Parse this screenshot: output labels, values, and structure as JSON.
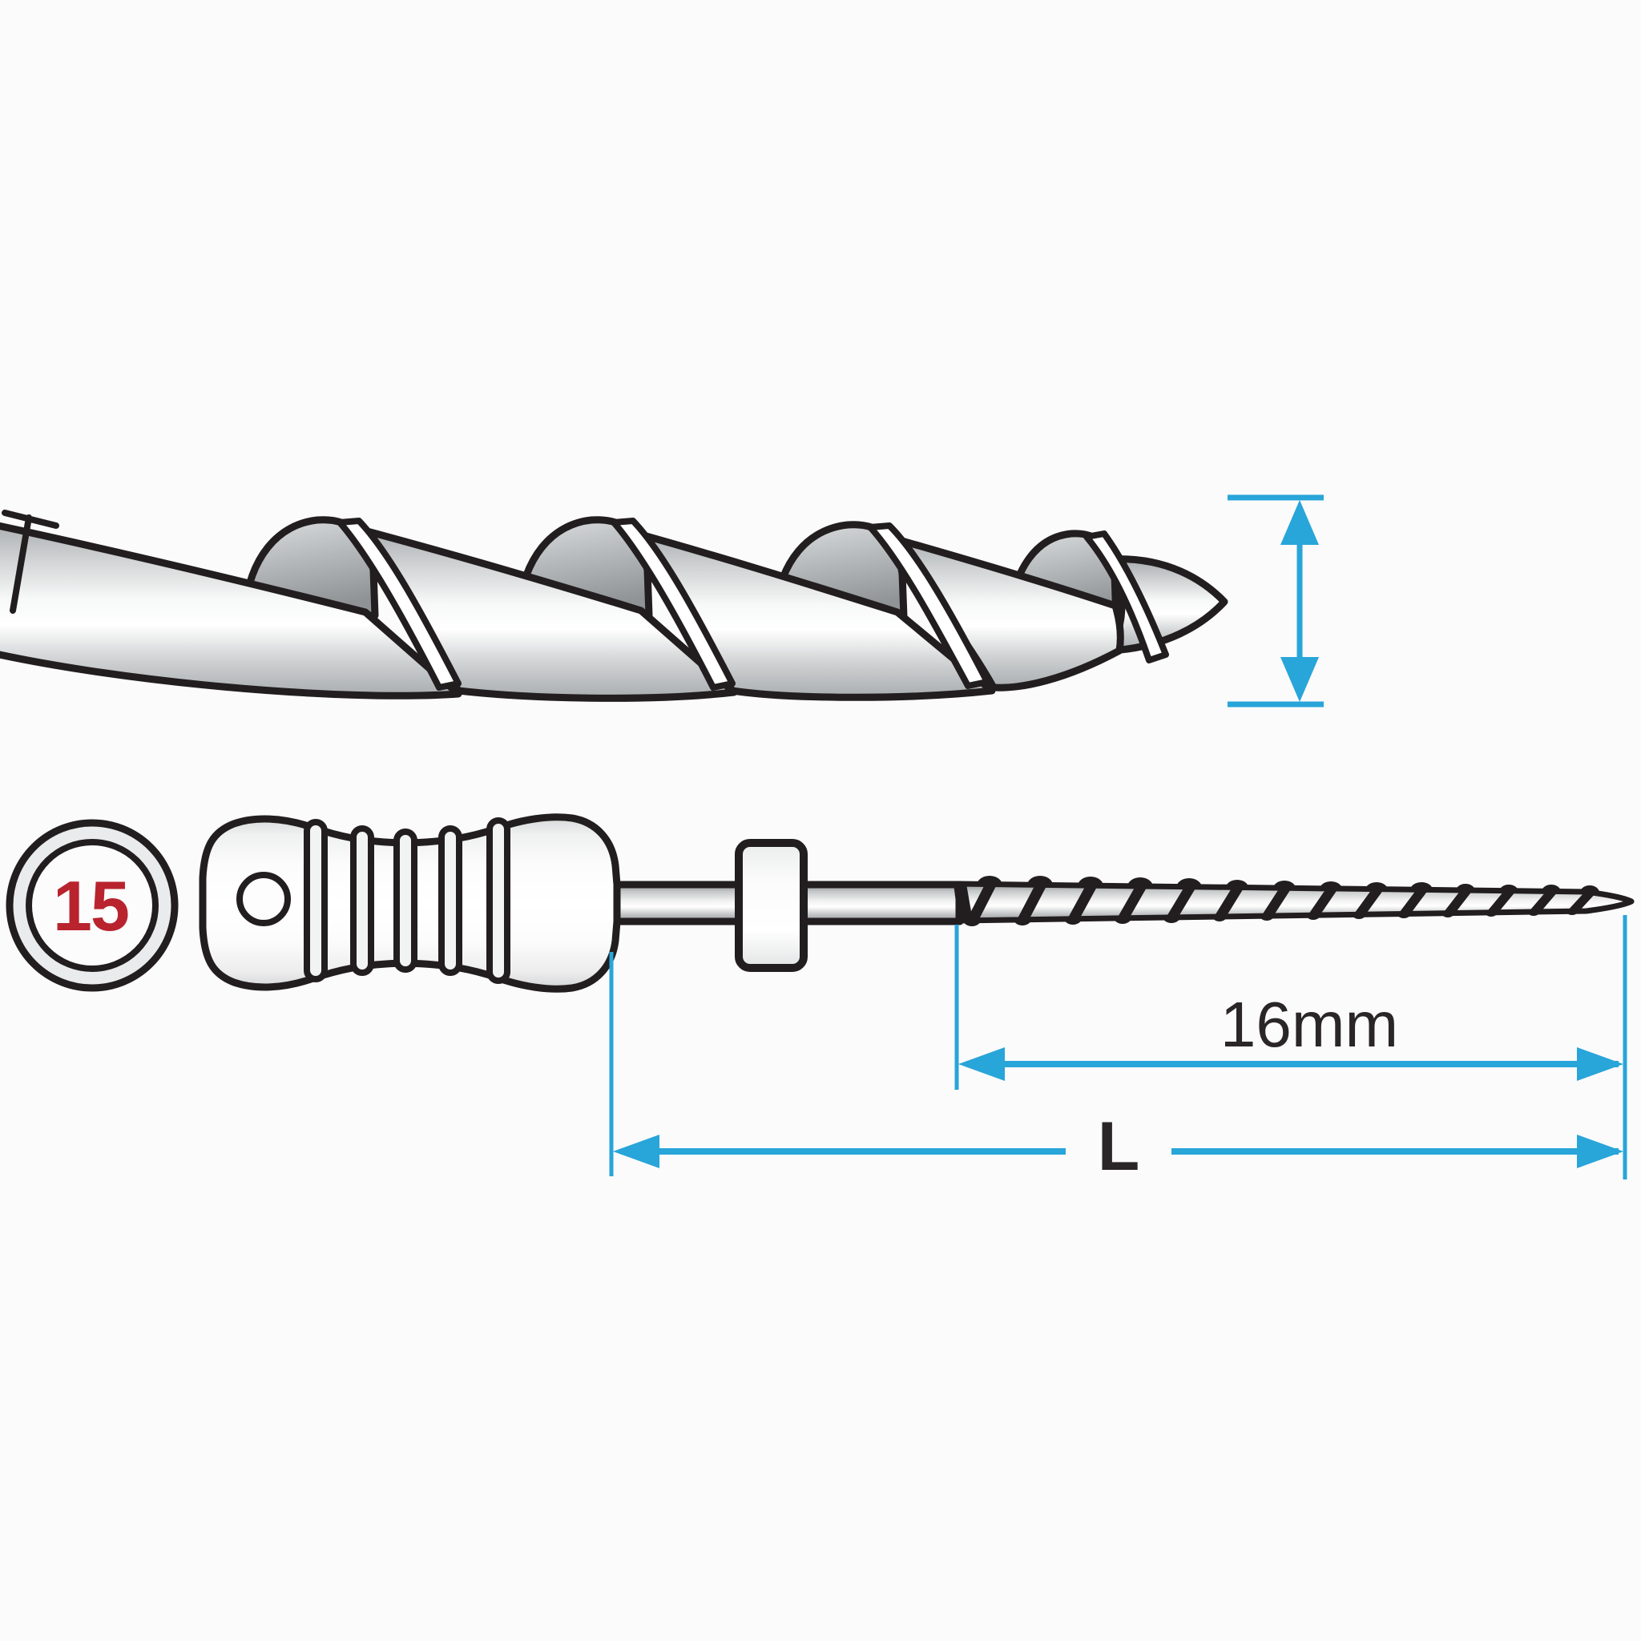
{
  "diagram": {
    "type": "endodontic-spiral-file-technical-illustration",
    "size_badge": {
      "value": "15",
      "color": "#b9232e"
    },
    "dimension_labels": {
      "working_part_length": "16mm",
      "total_length": "L"
    },
    "colors": {
      "dimension_lines": "#28a5d9",
      "outline_ink": "#221e1f",
      "metal_light": "#f4f5f5",
      "metal_dark": "#97999c",
      "background": "#fbfbfb"
    }
  }
}
